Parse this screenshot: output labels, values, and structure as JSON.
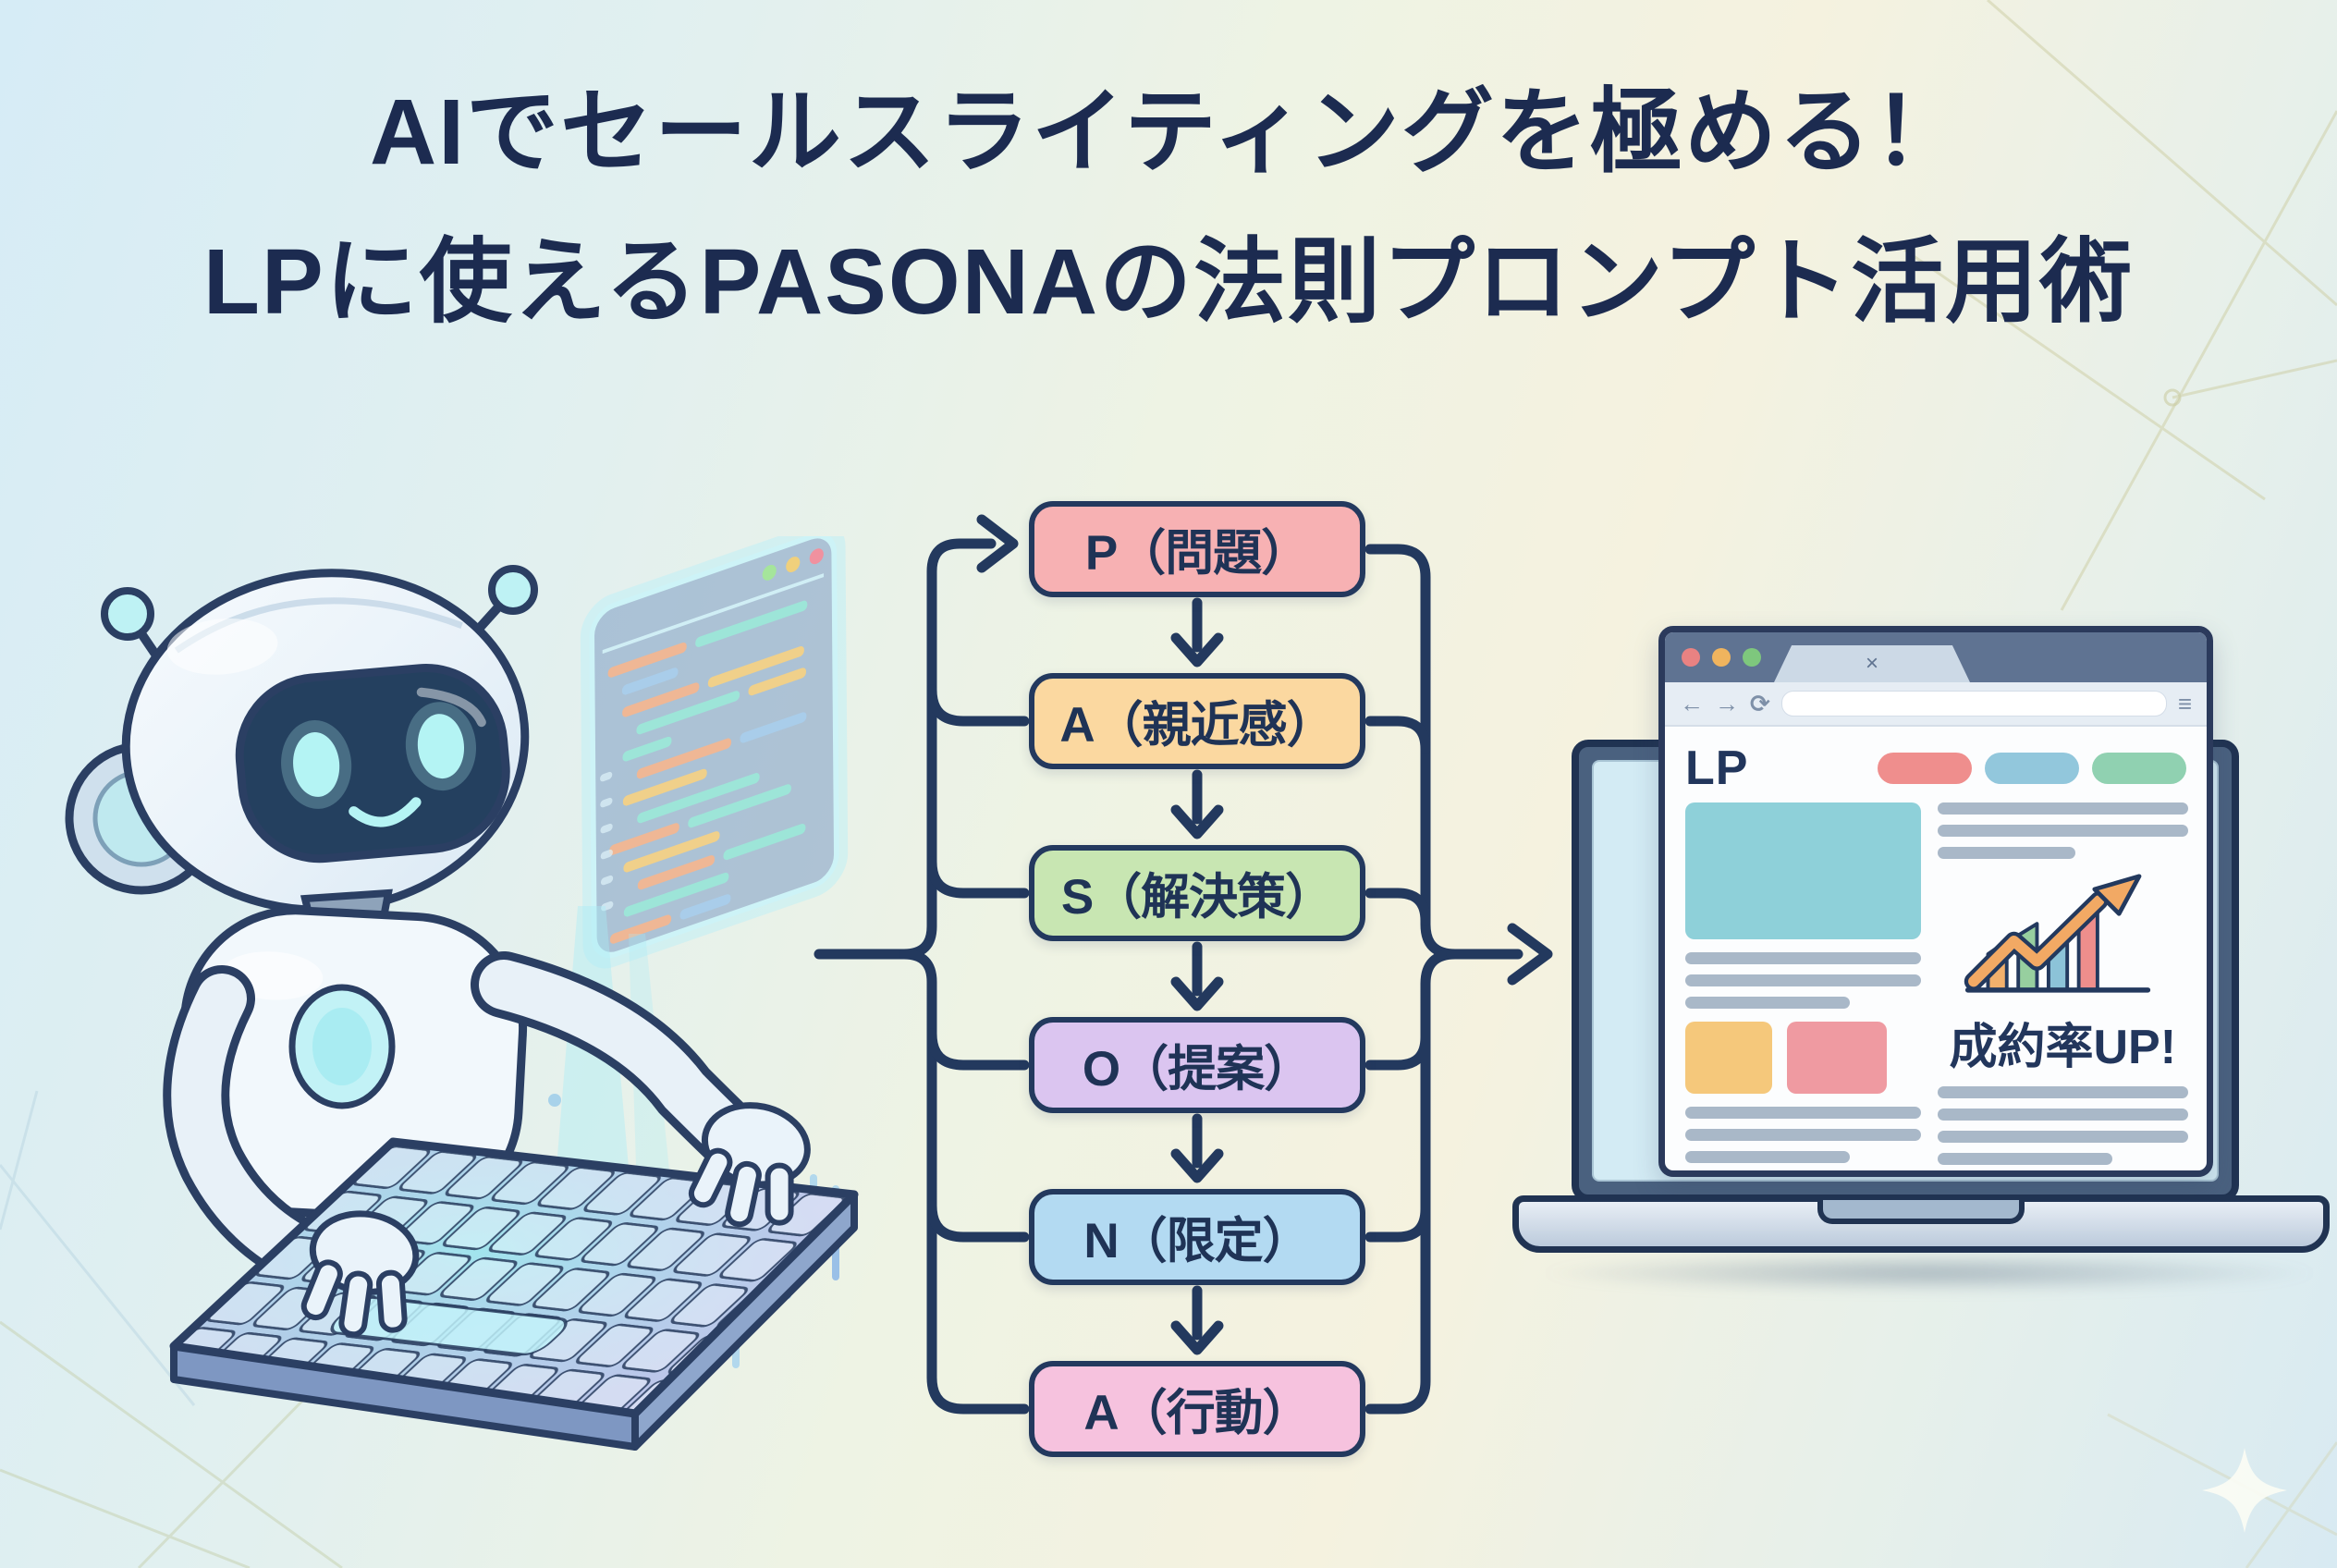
{
  "title": {
    "line1": "AIでセールスライティングを極める！",
    "line2": "LPに使えるPASONAの法則プロンプト活用術",
    "color": "#1c2b50"
  },
  "flowchart": {
    "arrow_color": "#23395e",
    "steps": [
      {
        "label": "P（問題）",
        "fill": "#f7b1b3"
      },
      {
        "label": "A（親近感）",
        "fill": "#fbd8a0"
      },
      {
        "label": "S（解決策）",
        "fill": "#c8e6b2"
      },
      {
        "label": "O（提案）",
        "fill": "#dbc5f0"
      },
      {
        "label": "N（限定）",
        "fill": "#b3daf2"
      },
      {
        "label": "A（行動）",
        "fill": "#f6c2de"
      }
    ]
  },
  "laptop": {
    "browser": {
      "lp_label": "LP",
      "result_label": "成約率UP!",
      "tab_close_icon": "×",
      "back_icon": "←",
      "forward_icon": "→",
      "reload_icon": "⟳",
      "menu_icon": "≡",
      "traffic_lights": [
        {
          "fill": "#e98282"
        },
        {
          "fill": "#f0b45e"
        },
        {
          "fill": "#7ec77d"
        }
      ],
      "nav_pills": [
        {
          "fill": "#ef8e8d"
        },
        {
          "fill": "#92c7dc"
        },
        {
          "fill": "#90d1b1"
        }
      ],
      "hero_color": "#8ed0d9",
      "square_colors": [
        "#f5c87b",
        "#ef9aa1"
      ]
    }
  }
}
